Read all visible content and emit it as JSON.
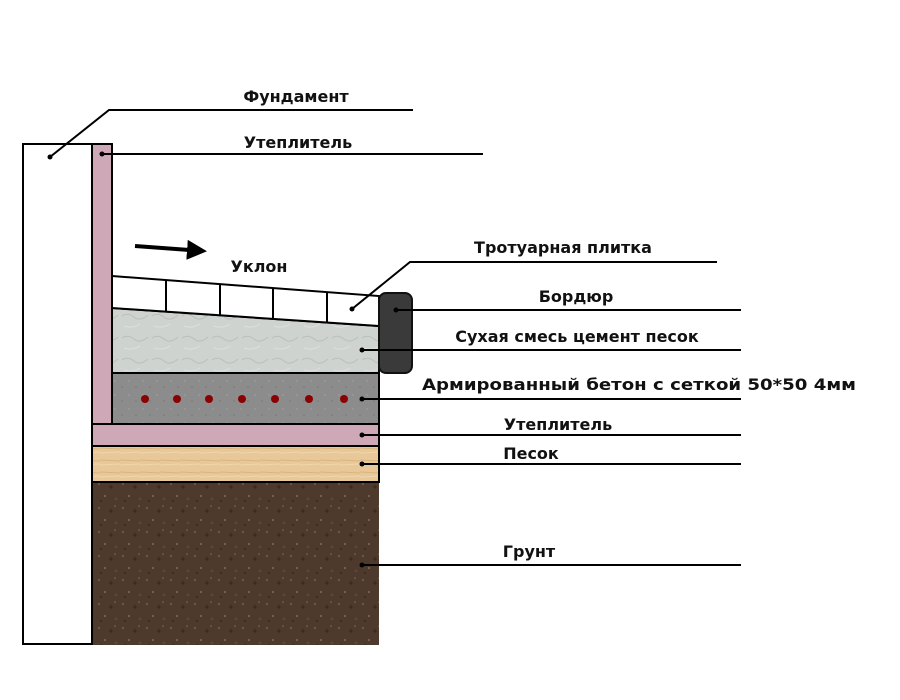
{
  "colors": {
    "foundation": "#ffffff",
    "insulation": "#cfa8b8",
    "tile": "#ffffff",
    "dry_mix": "#cfd3d0",
    "concrete": "#8c8c8c",
    "rebar": "#8b0000",
    "sand": "#e8c898",
    "soil": "#4d3a2c",
    "curb": "#3a3a3a",
    "outline": "#000000"
  },
  "labels": {
    "foundation": "Фундамент",
    "insulation_wall": "Утеплитель",
    "slope": "Уклон",
    "paving_tile": "Тротуарная плитка",
    "curb": "Бордюр",
    "dry_mix": "Сухая смесь цемент песок",
    "reinforced_concrete": "Армированный бетон с сеткой 50*50 4мм",
    "insulation_bottom": "Утеплитель",
    "sand": "Песок",
    "soil": "Грунт"
  },
  "icons": {
    "slope": "arrow-right-icon"
  }
}
